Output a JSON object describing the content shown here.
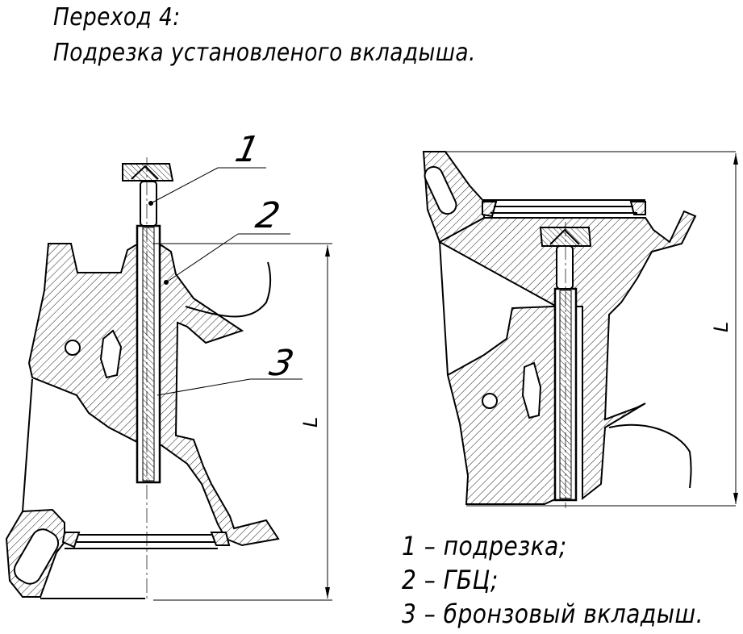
{
  "title": "Переход 4:",
  "subtitle": "Подрезка установленого вкладыша.",
  "callouts": [
    "1",
    "2",
    "3"
  ],
  "dimension_label": "L",
  "legend": [
    "1 – подрезка;",
    "2 – ГБЦ;",
    "3 – бронзовый вкладыш."
  ]
}
